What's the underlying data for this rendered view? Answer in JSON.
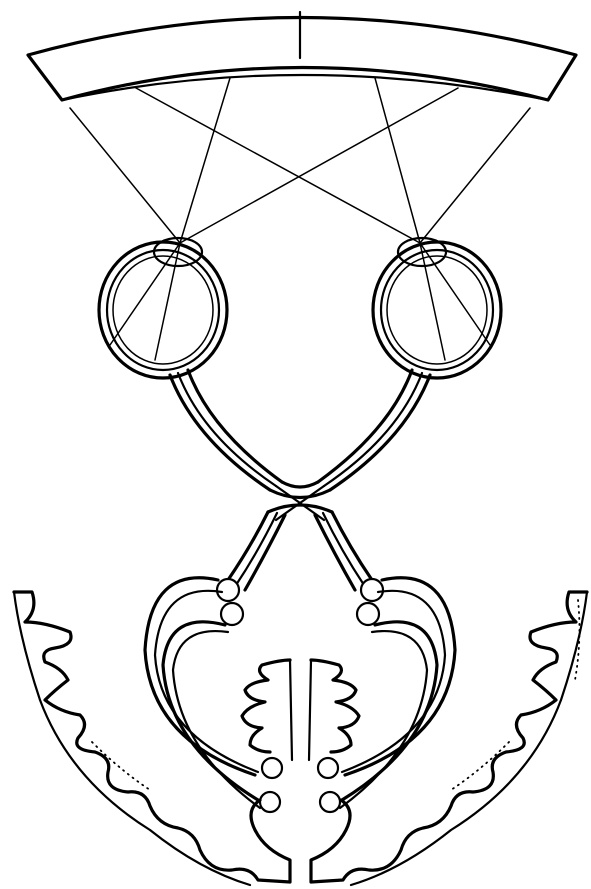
{
  "figure": {
    "caption": "",
    "colors": {
      "ink": "#000000",
      "background": "#ffffff"
    },
    "components": [
      "visual-field",
      "left-eye",
      "right-eye",
      "optic-chiasm",
      "lateral-geniculate-nuclei",
      "optic-radiations",
      "visual-cortex"
    ]
  }
}
